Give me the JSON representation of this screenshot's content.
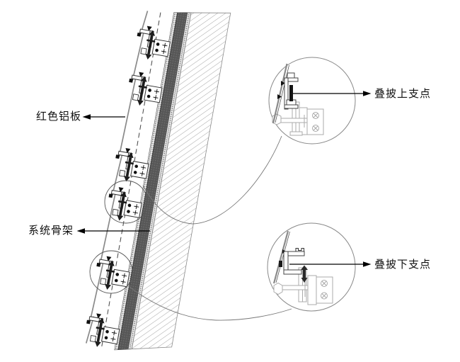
{
  "figure": {
    "kind": "curtain-wall lap-joint detail drawing",
    "background": "#ffffff"
  },
  "labels": {
    "red_aluminum_panel": "红色铝板",
    "system_frame": "系统骨架",
    "lap_upper_support": "叠披上支点",
    "lap_lower_support": "叠披下支点"
  },
  "colors": {
    "line_black": "#111111",
    "panel_gray": "#8a8a8a",
    "insulation_dark": "#575757",
    "hatch_gray": "#9a9a9a",
    "detail_light_gray": "#ababab"
  }
}
